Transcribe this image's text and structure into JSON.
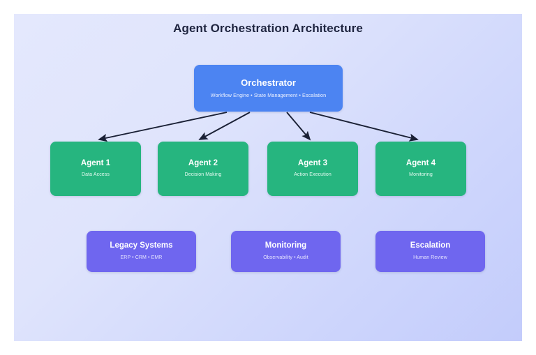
{
  "diagram": {
    "title": "Agent Orchestration Architecture",
    "background_start": "#e4e8fd",
    "background_end": "#c3ccfb",
    "arrow_color": "#1a2035"
  },
  "orchestrator": {
    "title": "Orchestrator",
    "subtitle": "Workflow Engine • State Management • Escalation",
    "color": "#4c84f2"
  },
  "agents": {
    "color": "#26b57f",
    "items": [
      {
        "title": "Agent 1",
        "subtitle": "Data Access"
      },
      {
        "title": "Agent 2",
        "subtitle": "Decision Making"
      },
      {
        "title": "Agent 3",
        "subtitle": "Action Execution"
      },
      {
        "title": "Agent 4",
        "subtitle": "Monitoring"
      }
    ]
  },
  "systems": {
    "color": "#6f66ef",
    "items": [
      {
        "title": "Legacy Systems",
        "subtitle": "ERP • CRM • EMR"
      },
      {
        "title": "Monitoring",
        "subtitle": "Observability • Audit"
      },
      {
        "title": "Escalation",
        "subtitle": "Human Review"
      }
    ]
  },
  "connections": [
    {
      "from": "Orchestrator",
      "to": "Agent 1"
    },
    {
      "from": "Orchestrator",
      "to": "Agent 2"
    },
    {
      "from": "Orchestrator",
      "to": "Agent 3"
    },
    {
      "from": "Orchestrator",
      "to": "Agent 4"
    }
  ]
}
